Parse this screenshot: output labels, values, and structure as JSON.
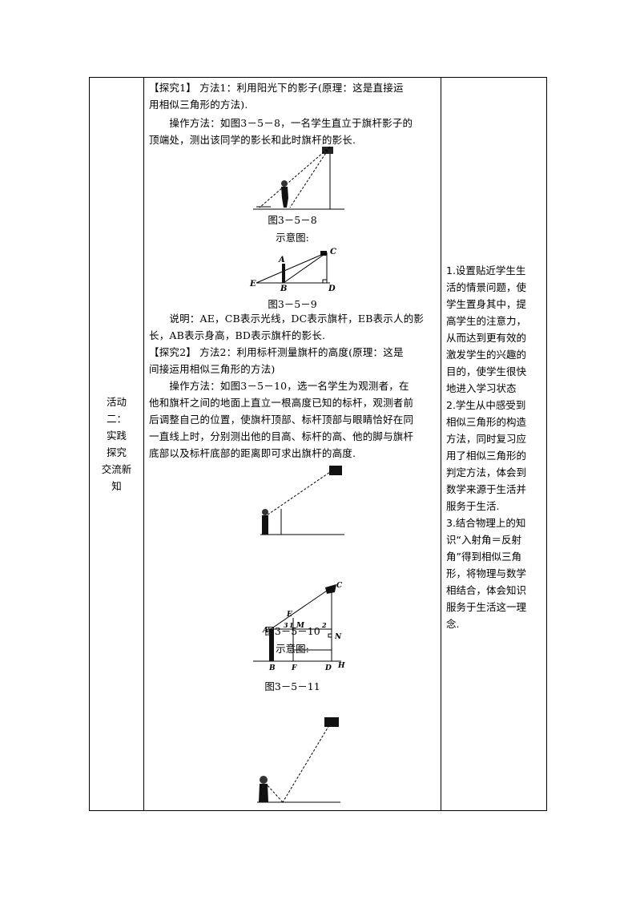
{
  "left": {
    "label_lines": [
      "活动",
      "二：",
      "实践",
      "探究",
      "交流新",
      "知"
    ]
  },
  "middle": {
    "explore1": {
      "lines": [
        "【探究1】 方法1：利用阳光下的影子(原理：这是直接运",
        "用相似三角形的方法)."
      ],
      "op_lines": [
        "　　操作方法：如图3－5－8，一名学生直立于旗杆影子的",
        "顶端处，测出该同学的影长和此时旗杆的影长."
      ],
      "fig1_caption": "图3－5－8",
      "schematic_label": "示意图:",
      "fig2_caption": "图3－5－9",
      "fig2_labels": {
        "A": "A",
        "B": "B",
        "C": "C",
        "D": "D",
        "E": "E"
      },
      "note_lines": [
        "　　说明：AE，CB表示光线，DC表示旗杆，EB表示人的影",
        "长，AB表示身高，BD表示旗杆的影长."
      ]
    },
    "explore2": {
      "lines": [
        "【探究2】 方法2：利用标杆测量旗杆的高度(原理：这是",
        "间接运用相似三角形的方法)"
      ],
      "op_lines": [
        "　　操作方法：如图3－5－10，选一名学生为观测者，在",
        "他和旗杆之间的地面上直立一根高度已知的标杆，观测者前",
        "后调整自己的位置，使旗杆顶部、标杆顶部与眼睛恰好在同",
        "一直线上时，分别测出他的目高、标杆的高、他的脚与旗杆",
        "底部以及标杆底部的距离即可求出旗杆的高度."
      ],
      "fig3_caption": "图3－5－10",
      "schematic_label": "示意图:",
      "fig4_caption": "图3－5－11",
      "fig4_labels": {
        "A": "A",
        "B": "B",
        "C": "C",
        "D": "D",
        "E": "E",
        "F": "F",
        "H": "H",
        "M": "M",
        "N": "N",
        "n1": "1",
        "n2": "2",
        "n3": "3"
      }
    }
  },
  "right": {
    "note_lines": [
      "1.设置贴近学生生",
      "活的情景问题，使",
      "学生置身其中，提",
      "高学生的注意力，",
      "从而达到更有效的",
      "激发学生的兴趣的",
      "目的，使学生很快",
      " 地进入学习状态",
      "2.学生从中感受到",
      "相似三角形的构造",
      "方法，同时复习应",
      "用了相似三角形的",
      "判定方法，体会到",
      "数学来源于生活并",
      "  服务于生活.",
      "3.结合物理上的知",
      "识“入射角＝反射",
      "角”得到相似三角",
      "形，将物理与数学",
      "相结合，体会知识",
      "服务于生活这一理",
      "念."
    ]
  }
}
